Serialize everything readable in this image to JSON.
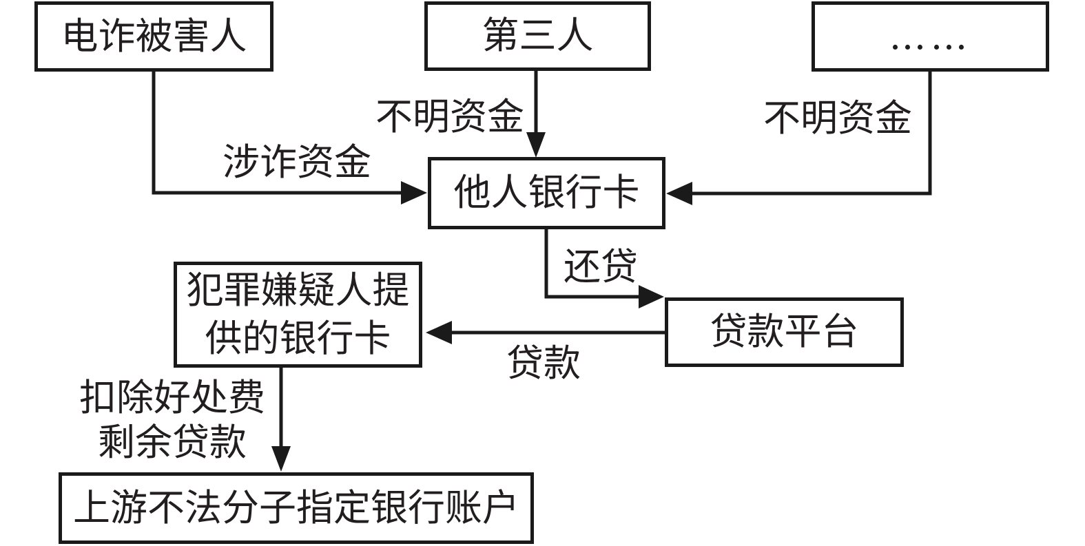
{
  "diagram": {
    "nodes": [
      {
        "id": "victim",
        "label": "电诈被害人"
      },
      {
        "id": "third-party",
        "label": "第三人"
      },
      {
        "id": "other-sources",
        "label": "……"
      },
      {
        "id": "others-bank-card",
        "label": "他人银行卡"
      },
      {
        "id": "suspect-bank-card",
        "label": "犯罪嫌疑人提供的银行卡"
      },
      {
        "id": "loan-platform",
        "label": "贷款平台"
      },
      {
        "id": "upstream-account",
        "label": "上游不法分子指定银行账户"
      }
    ],
    "edges": [
      {
        "from": "victim",
        "to": "others-bank-card",
        "label": "涉诈资金"
      },
      {
        "from": "third-party",
        "to": "others-bank-card",
        "label": "不明资金"
      },
      {
        "from": "other-sources",
        "to": "others-bank-card",
        "label": "不明资金"
      },
      {
        "from": "others-bank-card",
        "to": "loan-platform",
        "label": "还贷"
      },
      {
        "from": "loan-platform",
        "to": "suspect-bank-card",
        "label": "贷款"
      },
      {
        "from": "suspect-bank-card",
        "to": "upstream-account",
        "label": "扣除好处费剩余贷款"
      }
    ],
    "colors": {
      "line": "#1a1a1a",
      "text": "#221e1f",
      "background": "#ffffff"
    }
  }
}
